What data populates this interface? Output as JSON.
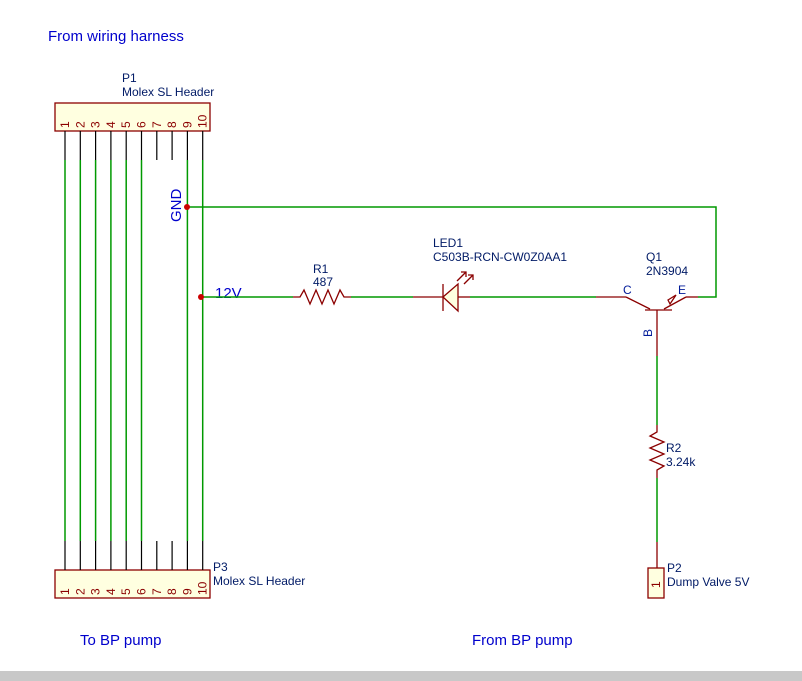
{
  "notes": {
    "top": "From wiring harness",
    "bottom_left": "To BP pump",
    "bottom_right": "From BP pump"
  },
  "components": {
    "p1": {
      "ref": "P1",
      "value": "Molex SL Header"
    },
    "p3": {
      "ref": "P3",
      "value": "Molex SL Header"
    },
    "r1": {
      "ref": "R1",
      "value": "487"
    },
    "r2": {
      "ref": "R2",
      "value": "3.24k"
    },
    "led1": {
      "ref": "LED1",
      "value": "C503B-RCN-CW0Z0AA1"
    },
    "q1": {
      "ref": "Q1",
      "value": "2N3904",
      "pin_c": "C",
      "pin_e": "E",
      "pin_b": "B"
    },
    "p2": {
      "ref": "P2",
      "value": "Dump Valve 5V",
      "pin": "1"
    }
  },
  "connector_pins": [
    "1",
    "2",
    "3",
    "4",
    "5",
    "6",
    "7",
    "8",
    "9",
    "10"
  ],
  "nets": {
    "gnd": "GND",
    "v12": "12V"
  },
  "colors": {
    "wire": "#009900",
    "component": "#8b0000",
    "text": "#001a66",
    "label": "#0000cc",
    "fill": "#ffffe0"
  }
}
